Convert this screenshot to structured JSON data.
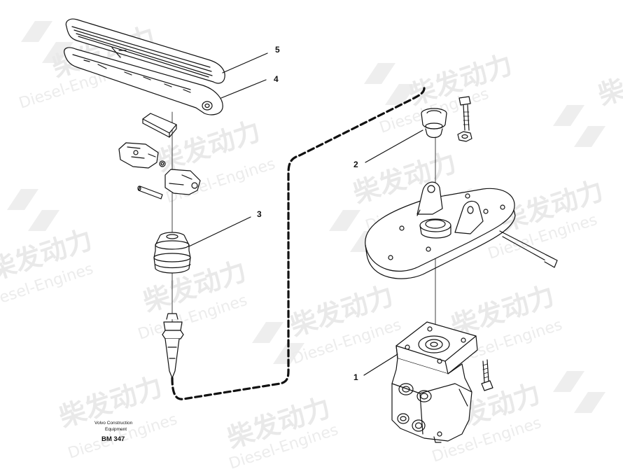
{
  "diagram": {
    "callouts": [
      {
        "id": "1",
        "label": "1"
      },
      {
        "id": "2",
        "label": "2"
      },
      {
        "id": "3",
        "label": "3"
      },
      {
        "id": "4",
        "label": "4"
      },
      {
        "id": "5",
        "label": "5"
      }
    ],
    "reference": {
      "line1": "Volvo Construction",
      "line2": "Equipment",
      "code": "BM 347"
    },
    "watermark": {
      "chinese": "柴发动力",
      "english": "Diesel-Engines"
    }
  },
  "colors": {
    "line": "#111111",
    "watermark": "#e8e8e8",
    "background": "#ffffff"
  }
}
